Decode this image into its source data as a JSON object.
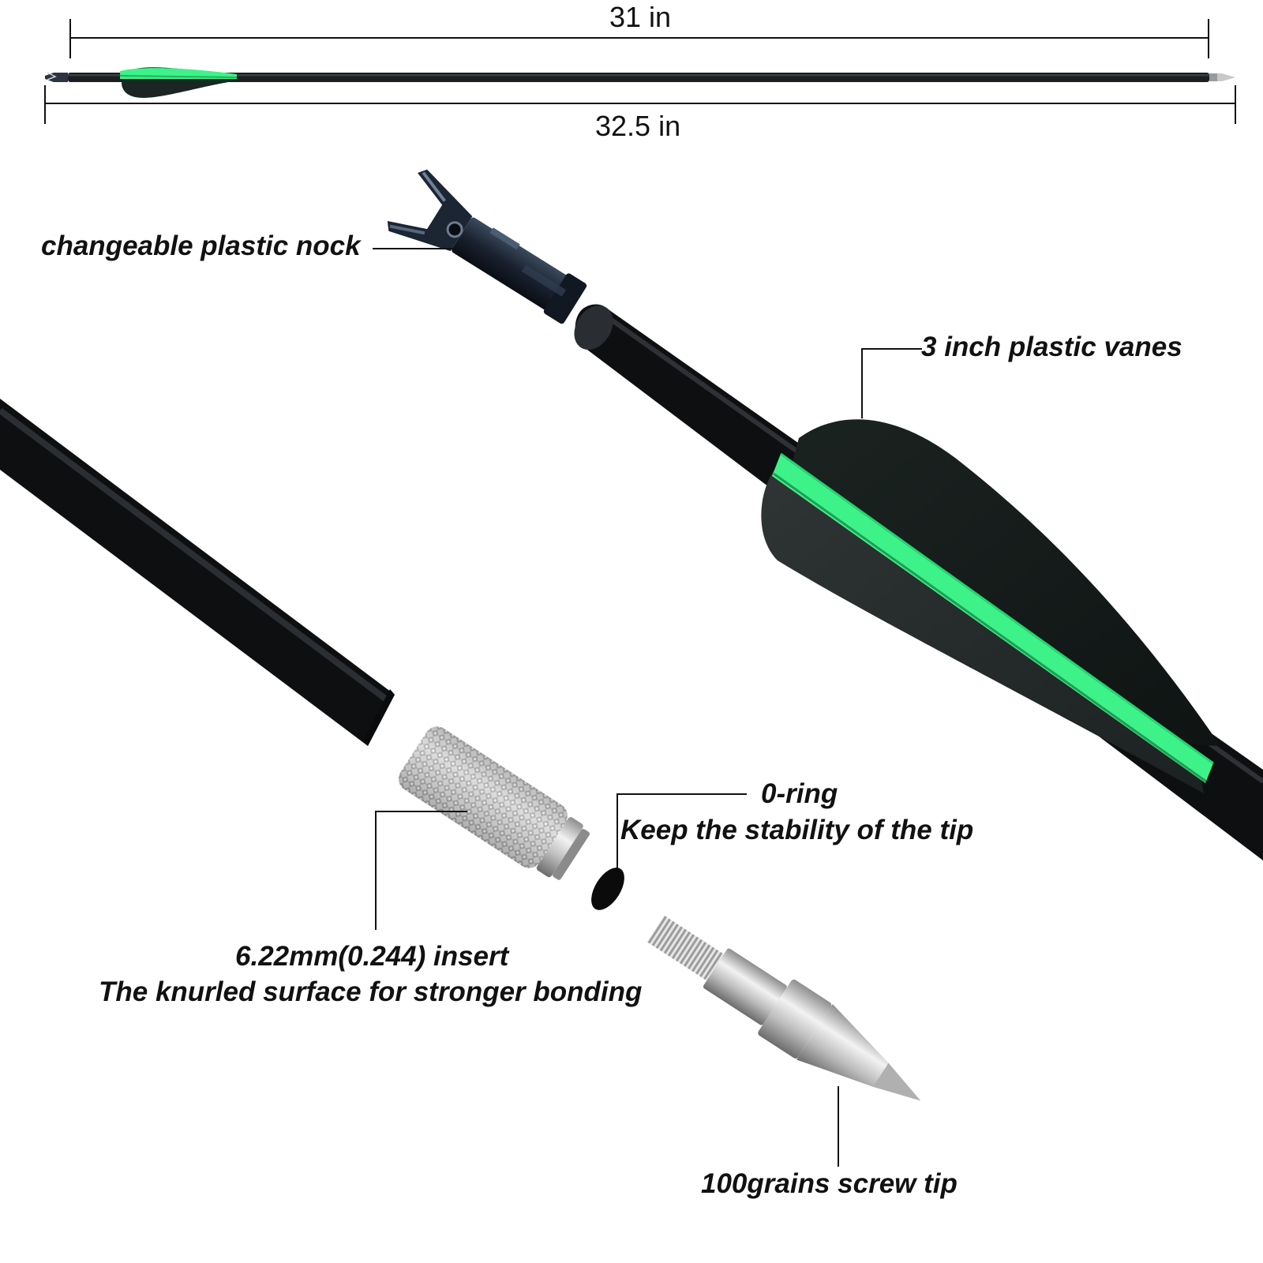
{
  "dimensions": {
    "inner_length": "31 in",
    "overall_length": "32.5 in"
  },
  "labels": {
    "nock": "changeable plastic nock",
    "vanes": "3 inch plastic vanes",
    "oring_title": "0-ring",
    "oring_desc": "Keep the stability of the tip",
    "insert_title": "6.22mm(0.244) insert",
    "insert_desc": "The knurled surface for stronger bonding",
    "tip": "100grains screw tip"
  },
  "colors": {
    "shaft": "#1a1c1f",
    "vane": "#1e2424",
    "vane_stripe": "#3ef28a",
    "metal": "#c4c4c4",
    "text": "#111111"
  },
  "parts": [
    "nock-icon",
    "shaft",
    "vane-icon",
    "insert-icon",
    "o-ring-icon",
    "screw-tip-icon"
  ]
}
